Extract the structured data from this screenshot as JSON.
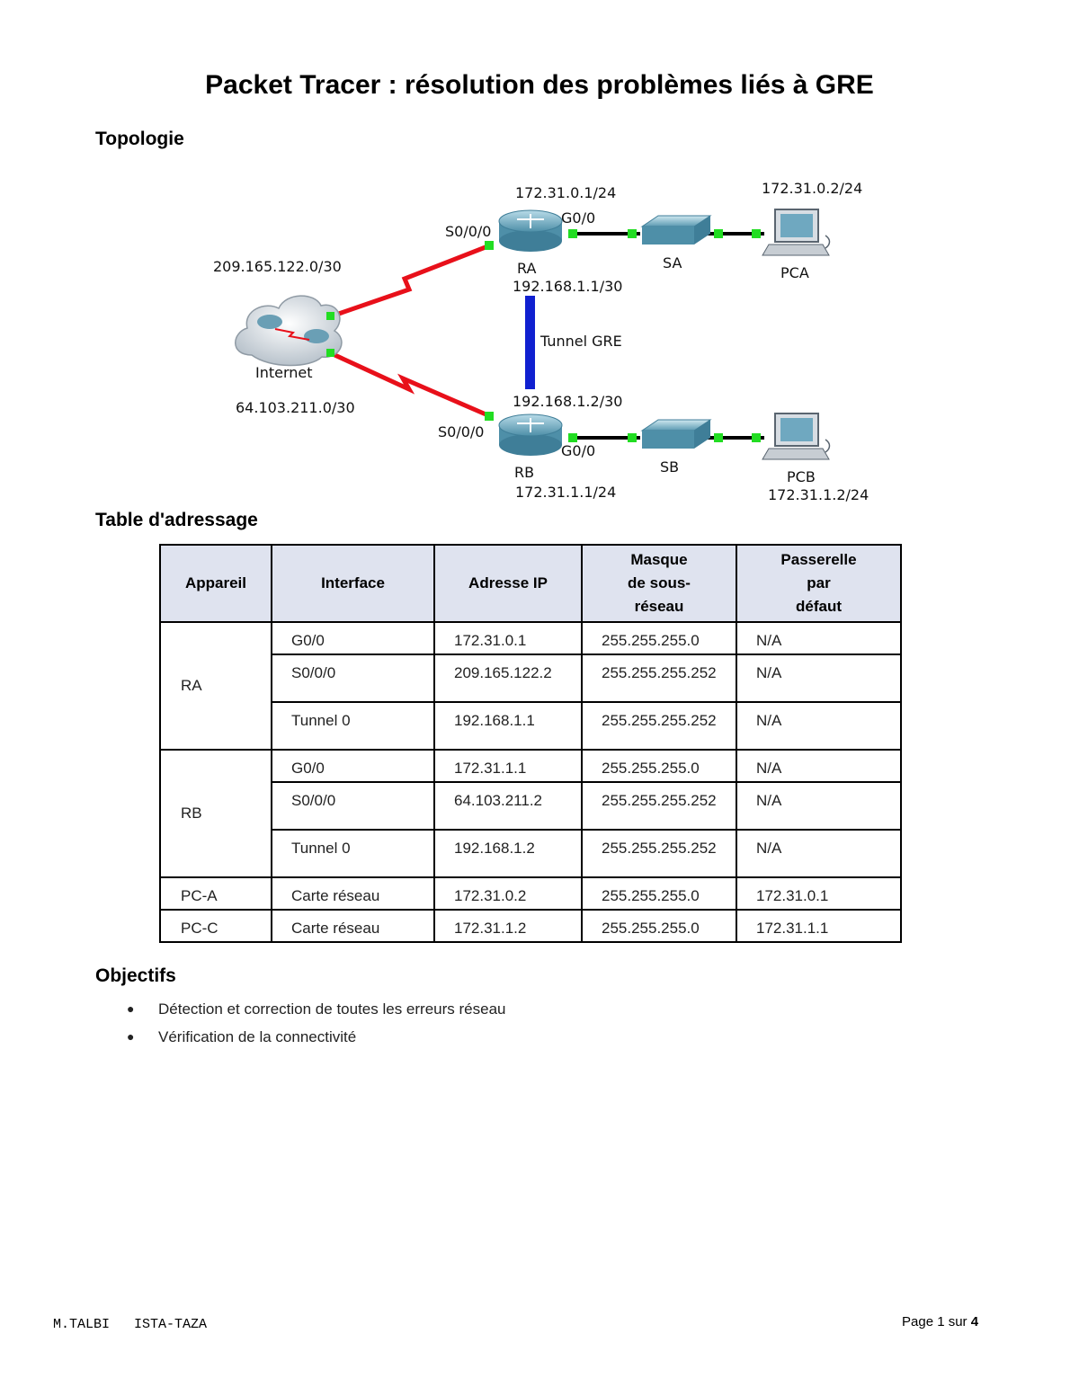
{
  "title": "Packet Tracer : résolution des problèmes liés à GRE",
  "sections": {
    "topology": "Topologie",
    "table": "Table d'adressage",
    "objectives": "Objectifs"
  },
  "topology": {
    "internet_label": "Internet",
    "net_top": "209.165.122.0/30",
    "net_bottom": "64.103.211.0/30",
    "tunnel_label": "Tunnel GRE",
    "ra": {
      "name": "RA",
      "lan_ip": "172.31.0.1/24",
      "tunnel_ip": "192.168.1.1/30",
      "serial": "S0/0/0",
      "gig": "G0/0"
    },
    "rb": {
      "name": "RB",
      "lan_ip": "172.31.1.1/24",
      "tunnel_ip": "192.168.1.2/30",
      "serial": "S0/0/0",
      "gig": "G0/0"
    },
    "sa": "SA",
    "sb": "SB",
    "pca": {
      "name": "PCA",
      "ip": "172.31.0.2/24"
    },
    "pcb": {
      "name": "PCB",
      "ip": "172.31.1.2/24"
    },
    "colors": {
      "serial_link": "#e8101a",
      "tunnel": "#1020d0",
      "port": "#22dd22",
      "ethernet": "#000000"
    }
  },
  "table": {
    "headers": {
      "device": "Appareil",
      "interface": "Interface",
      "ip": "Adresse IP",
      "mask_l1": "Masque",
      "mask_l2": "de sous-",
      "mask_l3": "réseau",
      "gw_l1": "Passerelle",
      "gw_l2": "par",
      "gw_l3": "défaut"
    },
    "devices": {
      "ra": "RA",
      "rb": "RB",
      "pca": "PC-A",
      "pcc": "PC-C"
    },
    "rows": [
      {
        "interface": "G0/0",
        "ip": "172.31.0.1",
        "mask": "255.255.255.0",
        "gw": "N/A"
      },
      {
        "interface": "S0/0/0",
        "ip": "209.165.122.2",
        "mask": "255.255.255.252",
        "gw": "N/A"
      },
      {
        "interface": "Tunnel 0",
        "ip": "192.168.1.1",
        "mask": "255.255.255.252",
        "gw": "N/A"
      },
      {
        "interface": "G0/0",
        "ip": "172.31.1.1",
        "mask": "255.255.255.0",
        "gw": "N/A"
      },
      {
        "interface": "S0/0/0",
        "ip": "64.103.211.2",
        "mask": "255.255.255.252",
        "gw": "N/A"
      },
      {
        "interface": "Tunnel 0",
        "ip": "192.168.1.2",
        "mask": "255.255.255.252",
        "gw": "N/A"
      },
      {
        "interface": "Carte réseau",
        "ip": "172.31.0.2",
        "mask": "255.255.255.0",
        "gw": "172.31.0.1"
      },
      {
        "interface": "Carte réseau",
        "ip": "172.31.1.2",
        "mask": "255.255.255.0",
        "gw": "172.31.1.1"
      }
    ]
  },
  "objectives": [
    "Détection et correction de toutes les erreurs réseau",
    "Vérification de la connectivité"
  ],
  "footer": {
    "left": "M.TALBI   ISTA-TAZA",
    "page_prefix": "Page ",
    "page_current": "1",
    "page_sep": " sur ",
    "page_total": "4"
  }
}
